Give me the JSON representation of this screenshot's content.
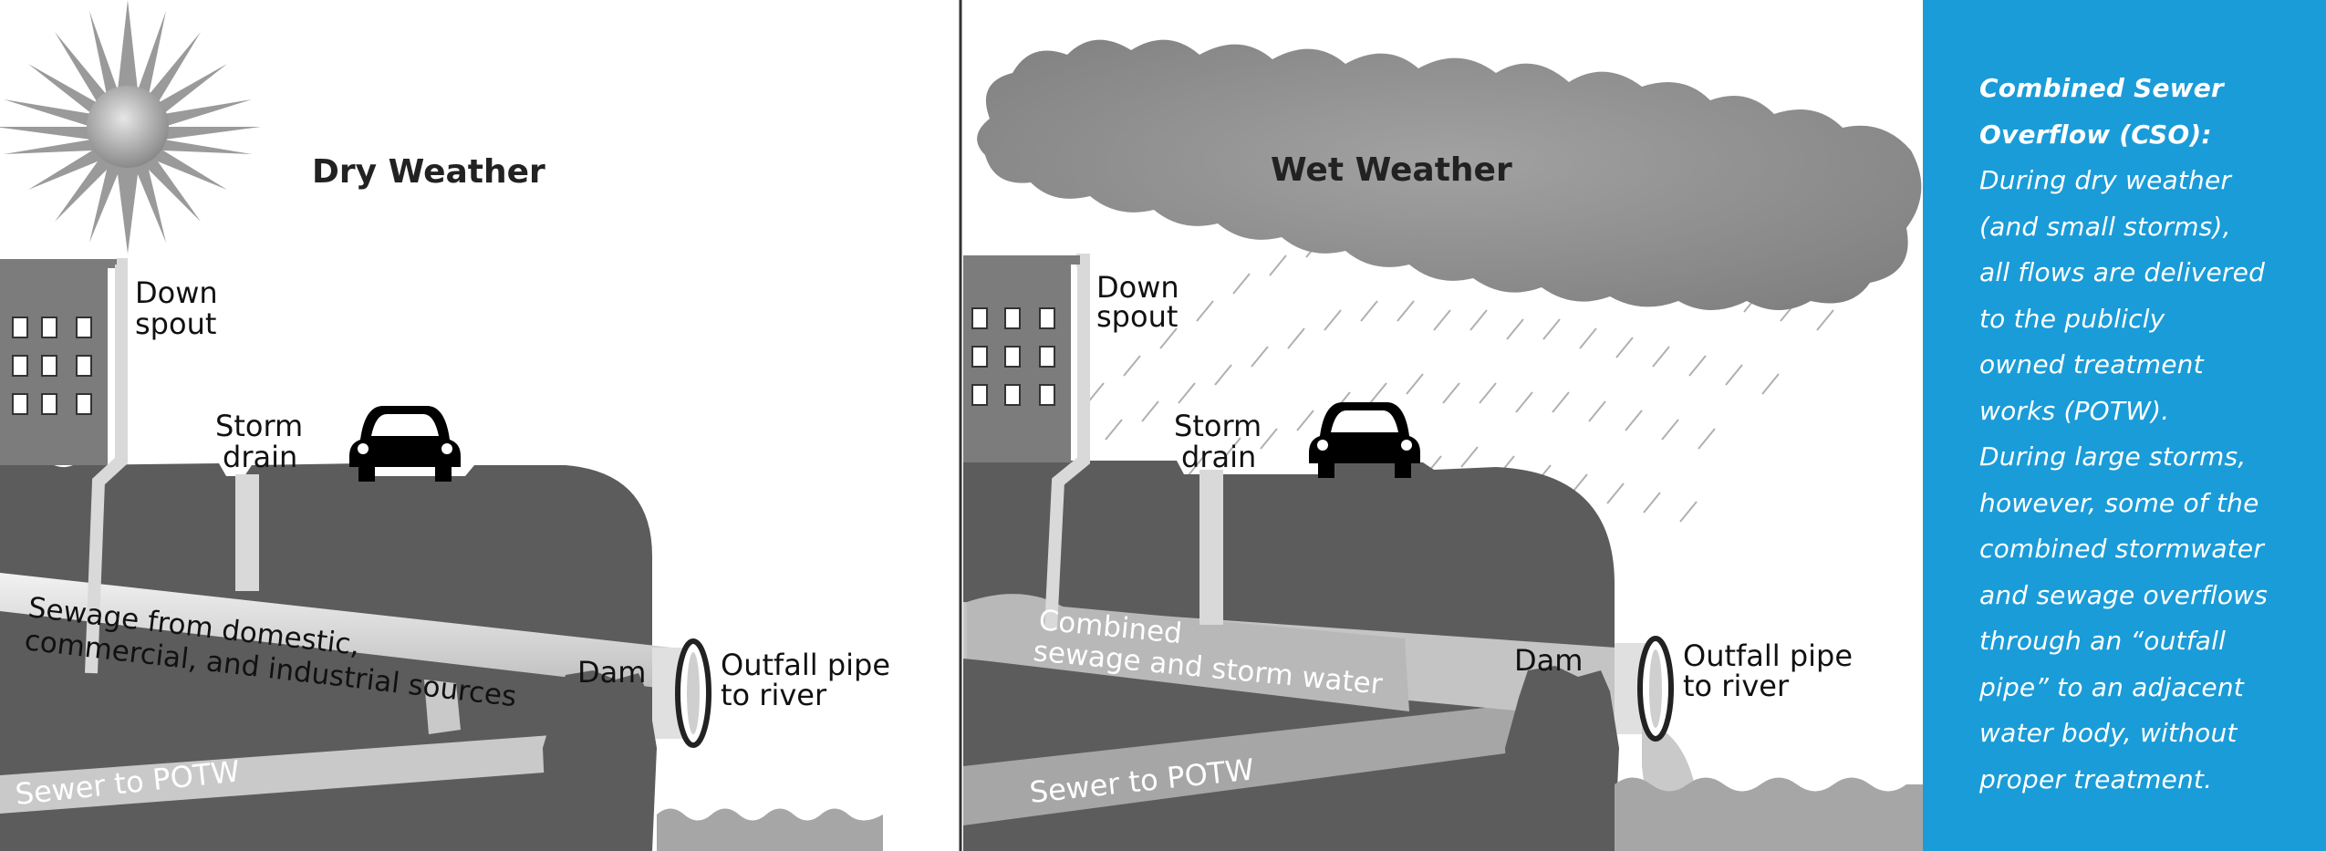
{
  "colors": {
    "sidebar_bg": "#1a9cd8",
    "ground": "#5c5c5c",
    "pipe": "#c9c9c9",
    "water": "#a6a6a6",
    "building": "#7c7c7c",
    "cloud": "#8e8e8e",
    "sun": "#9a9a9a"
  },
  "dry": {
    "title": "Dry Weather",
    "downspout_1": "Down",
    "downspout_2": "spout",
    "storm_drain_1": "Storm",
    "storm_drain_2": "drain",
    "sewage_1": "Sewage from domestic,",
    "sewage_2": "commercial, and industrial sources",
    "dam": "Dam",
    "outfall_1": "Outfall pipe",
    "outfall_2": "to river",
    "sewer": "Sewer to POTW"
  },
  "wet": {
    "title": "Wet Weather",
    "downspout_1": "Down",
    "downspout_2": "spout",
    "storm_drain_1": "Storm",
    "storm_drain_2": "drain",
    "combined_1": "Combined",
    "combined_2": "sewage and storm water",
    "dam": "Dam",
    "outfall_1": "Outfall pipe",
    "outfall_2": "to river",
    "sewer": "Sewer to POTW"
  },
  "sidebar": {
    "heading_1": "Combined Sewer",
    "heading_2": "Overflow (CSO):",
    "lines": [
      "During dry weather",
      "(and small storms),",
      "all flows are delivered",
      "to the publicly",
      "owned treatment",
      "works (POTW).",
      "During large storms,",
      "however, some of the",
      "combined stormwater",
      "and sewage overflows",
      "through an “outfall",
      "pipe” to an adjacent",
      "water body, without",
      "proper treatment."
    ]
  }
}
